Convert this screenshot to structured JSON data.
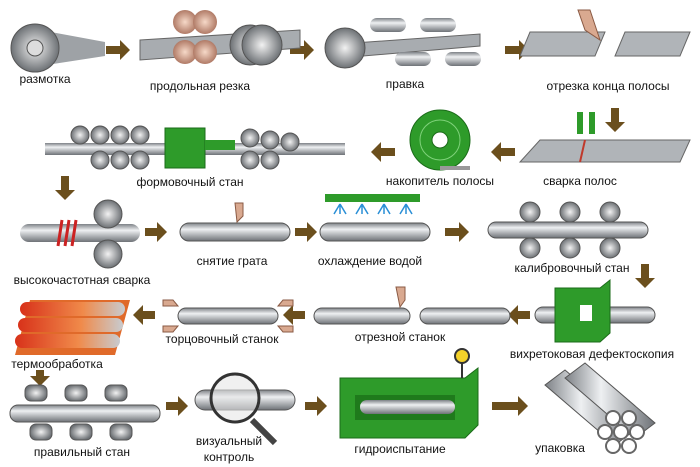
{
  "colors": {
    "arrow": "#6b4f1d",
    "machine_green": "#2e9b2a",
    "pipe": "#b8bcc0"
  },
  "steps": {
    "unwinding": "размотка",
    "slitting": "продольная резка",
    "straightening": "правка",
    "strip_end_cutting": "отрезка конца полосы",
    "strip_welding": "сварка полос",
    "strip_accumulator": "накопитель полосы",
    "forming_mill": "формовочный стан",
    "hf_welding": "высокочастотная сварка",
    "deburring": "снятие грата",
    "water_cooling": "охлаждение водой",
    "sizing_mill": "калибровочный стан",
    "eddy_current_testing": "вихретоковая дефектоскопия",
    "cutting_machine": "отрезной станок",
    "facing_machine": "торцовочный станок",
    "heat_treatment": "термообработка",
    "straightening_mill": "правильный стан",
    "visual_inspection_1": "визуальный",
    "visual_inspection_2": "контроль",
    "hydro_testing": "гидроиспытание",
    "packing": "упаковка"
  }
}
